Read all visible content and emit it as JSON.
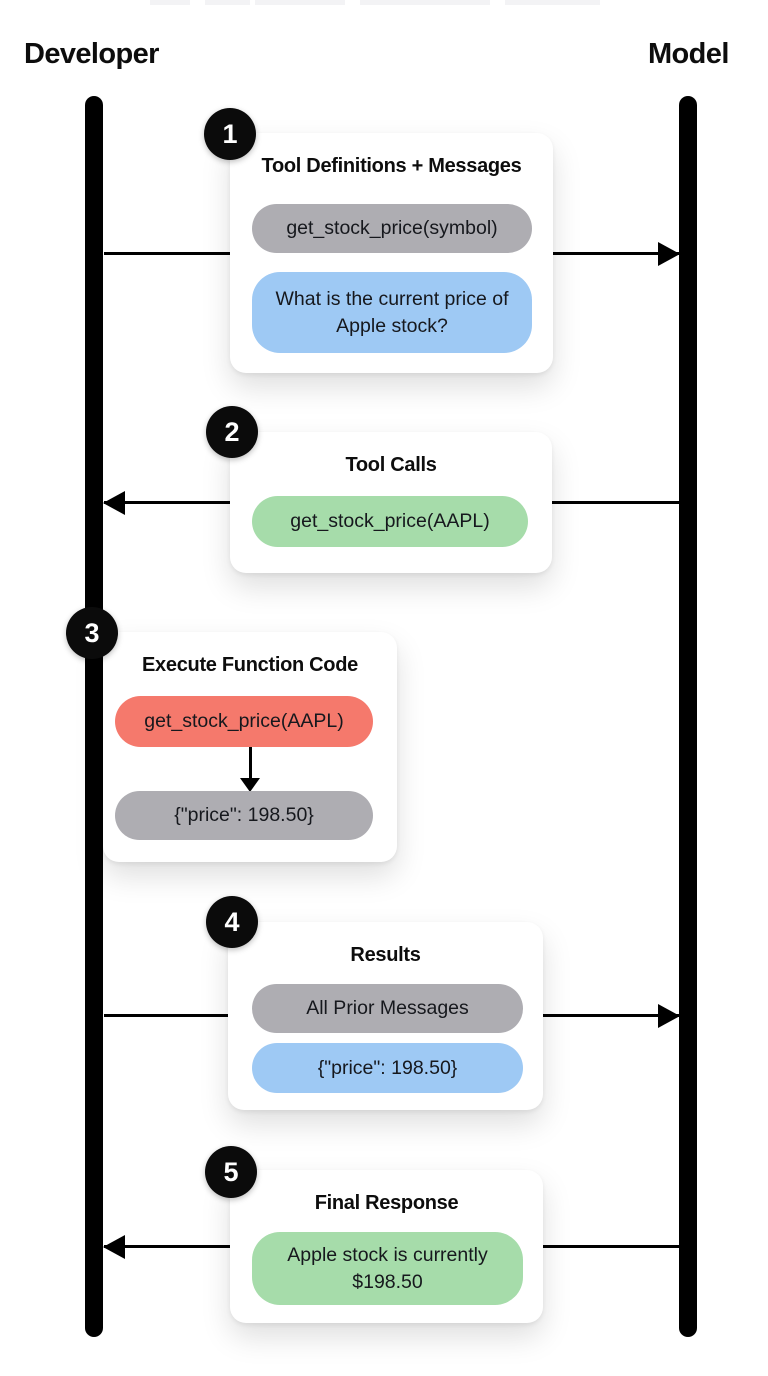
{
  "actors": [
    {
      "name": "Developer"
    },
    {
      "name": "Model"
    }
  ],
  "steps": [
    {
      "number": "1",
      "title": "Tool Definitions + Messages",
      "arrow": "Developer to Model",
      "pills": [
        {
          "text": "get_stock_price(symbol)",
          "color": "gray"
        },
        {
          "text": "What is the current price of Apple stock?",
          "color": "blue"
        }
      ]
    },
    {
      "number": "2",
      "title": "Tool Calls",
      "arrow": "Model to Developer",
      "pills": [
        {
          "text": "get_stock_price(AAPL)",
          "color": "green"
        }
      ]
    },
    {
      "number": "3",
      "title": "Execute Function Code",
      "arrow": "self (on Developer lifeline)",
      "pills": [
        {
          "text": "get_stock_price(AAPL)",
          "color": "red"
        },
        {
          "text": "{\"price\": 198.50}",
          "color": "gray"
        }
      ]
    },
    {
      "number": "4",
      "title": "Results",
      "arrow": "Developer to Model",
      "pills": [
        {
          "text": "All Prior Messages",
          "color": "gray"
        },
        {
          "text": "{\"price\": 198.50}",
          "color": "blue"
        }
      ]
    },
    {
      "number": "5",
      "title": "Final Response",
      "arrow": "Model to Developer",
      "pills": [
        {
          "text": "Apple stock is currently $198.50",
          "color": "green"
        }
      ]
    }
  ],
  "colors": {
    "line": "#000000",
    "ink": "#0d0d0d",
    "pill-ink": "#16181d",
    "badge": "#0b0b0b",
    "pill-gray": "#aeadb2",
    "pill-blue": "#9ec9f4",
    "pill-green": "#a6dcaa",
    "pill-red": "#f5796c"
  }
}
